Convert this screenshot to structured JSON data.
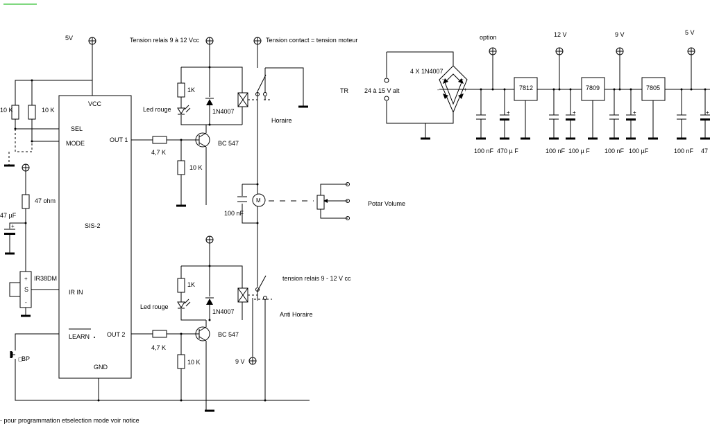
{
  "labels": {
    "supply_5v_top": "5V",
    "relay_voltage_top": "Tension relais 9 à 12 Vcc",
    "contact_voltage": "Tension contact = tension moteur",
    "r_pull_sel": "10 K",
    "r_pull_mode": "10 K",
    "pin_vcc": "VCC",
    "pin_sel": "SEL",
    "pin_mode": "MODE",
    "pin_out1": "OUT 1",
    "pin_out2": "OUT 2",
    "pin_irin": "IR IN",
    "pin_learn": "LEARN",
    "pin_gnd": "GND",
    "ic_name": "SIS-2",
    "r_47ohm": "47 ohm",
    "c_47uf": "47 µF",
    "ir_receiver": "IR38DM",
    "ir_pin_plus": "+",
    "ir_pin_s": "S",
    "ir_pin_minus": "-",
    "pushbutton": "BP",
    "r_base1": "4,7 K",
    "r_base2": "4,7 K",
    "r_1k_top": "1K",
    "r_1k_bottom": "1K",
    "led_top": "Led rouge",
    "led_bottom": "Led rouge",
    "diode_top": "1N4007",
    "diode_bottom": "1N4007",
    "transistor_top": "BC 547",
    "transistor_bottom": "BC 547",
    "r_10k_top": "10 K",
    "r_10k_bottom": "10 K",
    "dir_cw": "Horaire",
    "dir_ccw": "Anti Horaire",
    "motor": "M",
    "c_motor": "100 nF",
    "potar": "Potar Volume",
    "relay_voltage_bottom": "tension relais 9 - 12 V cc",
    "supply_9v": "9 V",
    "footnote": "- pour programmation etselection mode  voir notice",
    "option": "option",
    "supply_12v": "12 V",
    "supply_9v_right": "9 V",
    "supply_5v_right": "5 V",
    "transformer": "TR",
    "ac_input": "24 à 15 V alt",
    "bridge": "4 X 1N4007",
    "reg_7812": "7812",
    "reg_7809": "7809",
    "reg_7805": "7805",
    "cap_100nf_1": "100 nF",
    "cap_470uf": "470 µ F",
    "cap_100nf_2": "100 nF",
    "cap_100uf_1": "100 µ F",
    "cap_100nf_3": "100 nF",
    "cap_100uf_2": "100 µF",
    "cap_100nf_4": "100 nF",
    "cap_47_right": "47"
  },
  "icons": {
    "supply_terminal": "circle-plus-terminal",
    "ground": "ground-bar",
    "motor": "motor-circle",
    "relay_coil": "relay-coil-box"
  },
  "colors": {
    "ink": "#000000",
    "background": "#ffffff",
    "corner_mark": "#00b000"
  }
}
